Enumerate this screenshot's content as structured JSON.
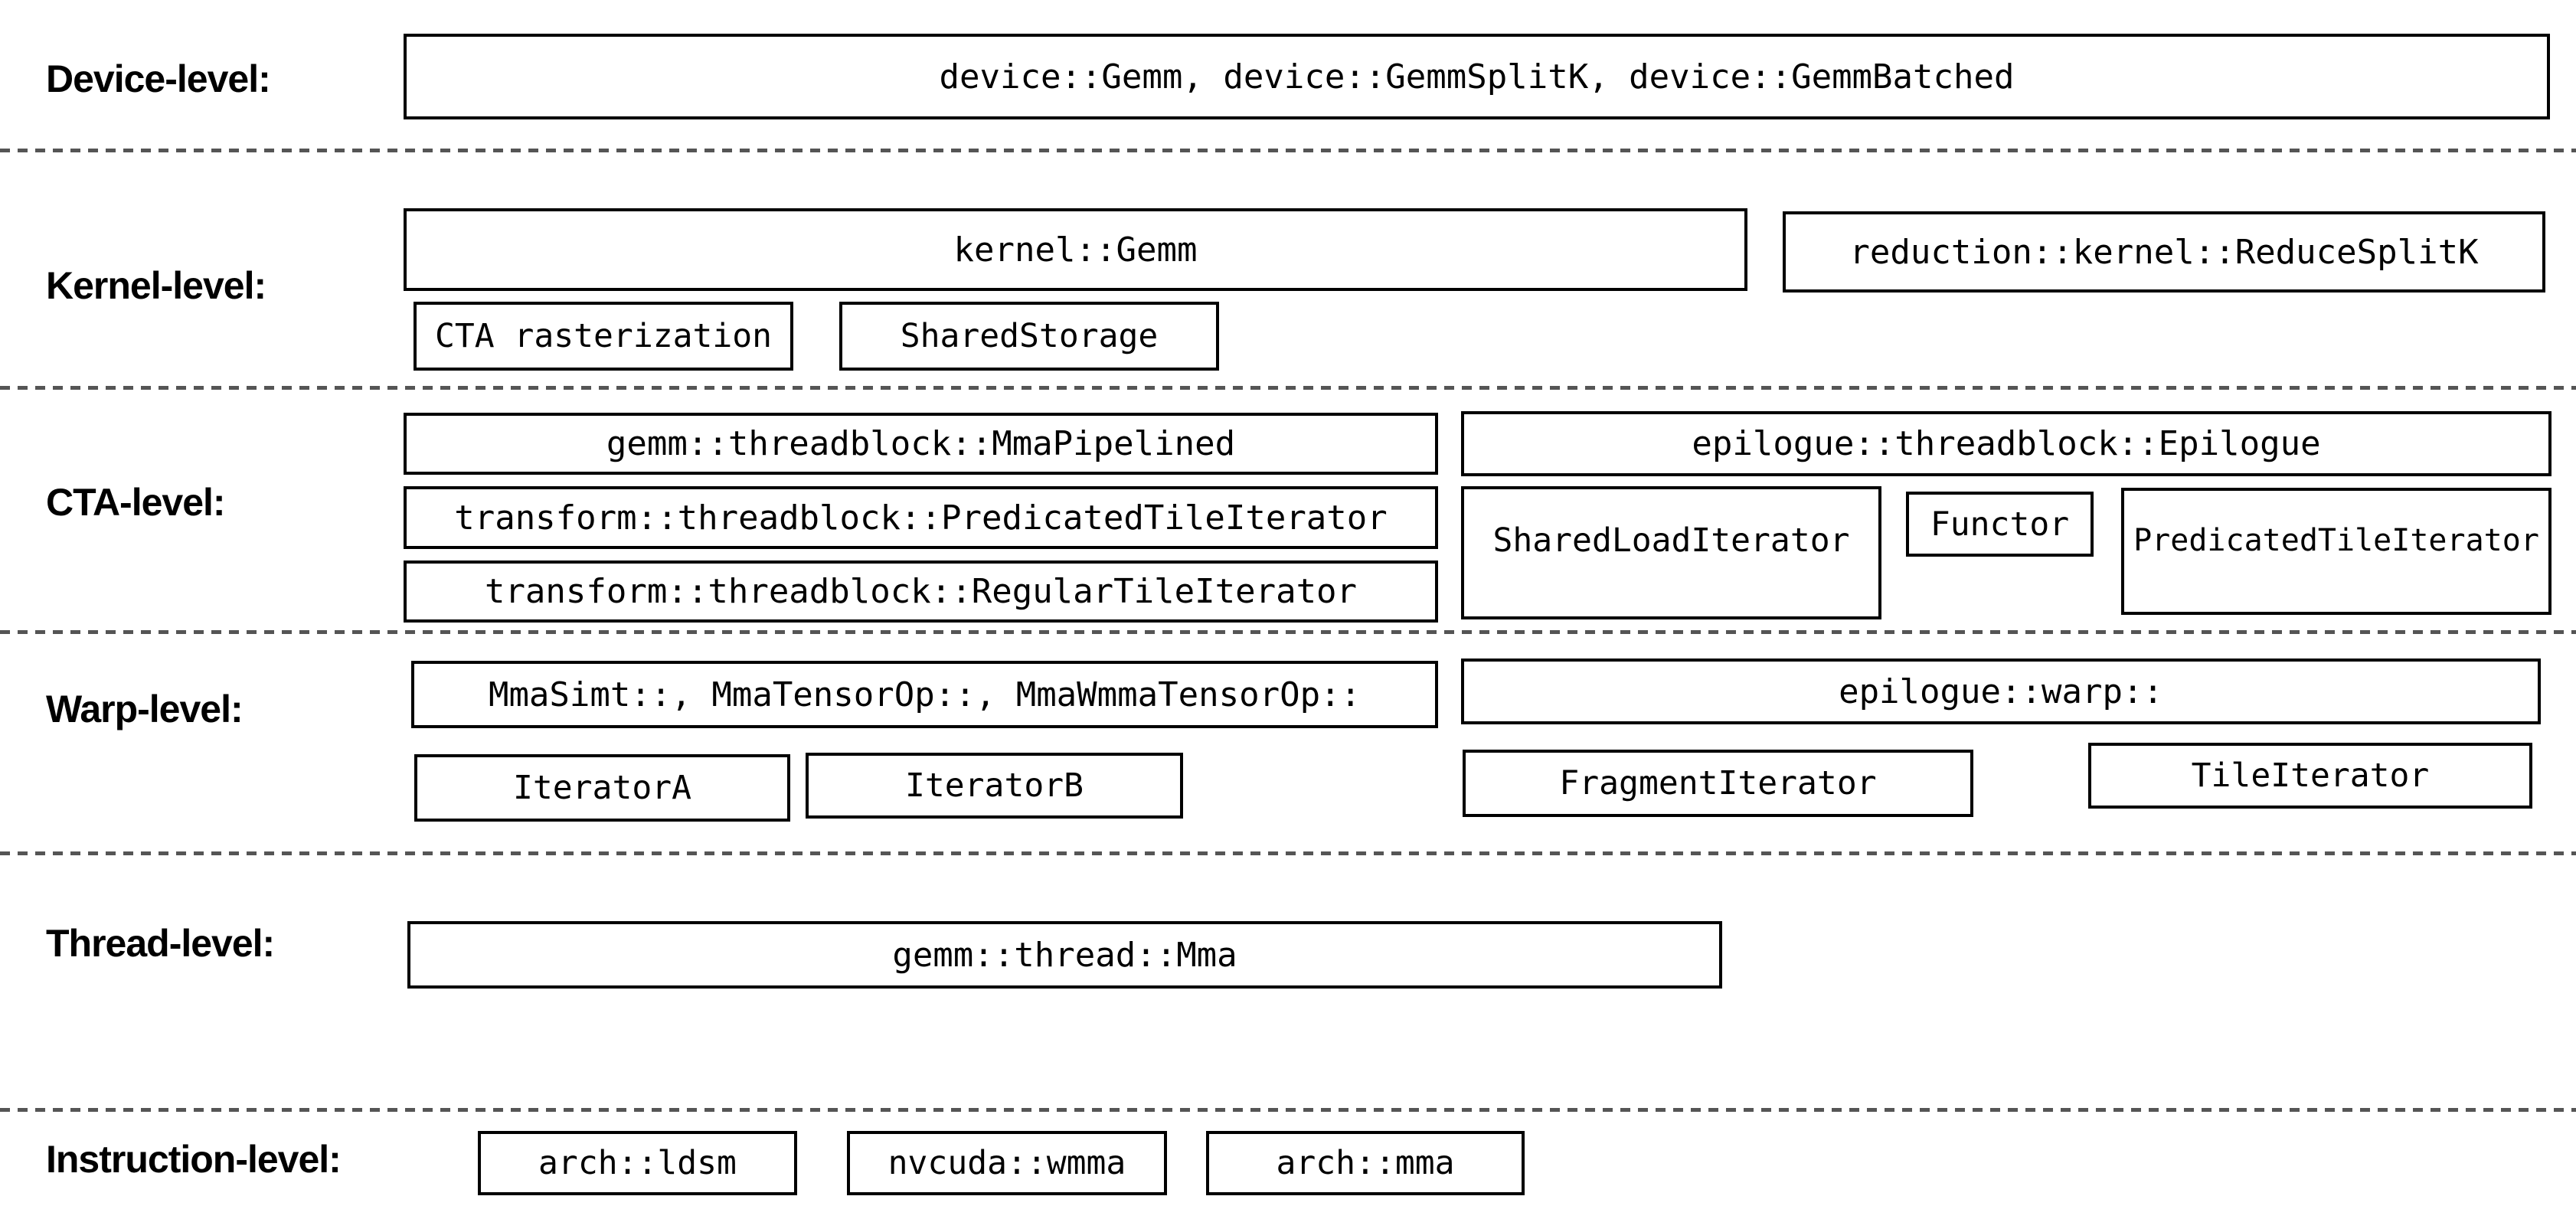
{
  "levels": [
    {
      "label": "Device-level:"
    },
    {
      "label": "Kernel-level:"
    },
    {
      "label": "CTA-level:"
    },
    {
      "label": "Warp-level:"
    },
    {
      "label": "Thread-level:"
    },
    {
      "label": "Instruction-level:"
    }
  ],
  "boxes": {
    "device_gemm": "device::Gemm, device::GemmSplitK, device::GemmBatched",
    "kernel_gemm": "kernel::Gemm",
    "reduce_split_k": "reduction::kernel::ReduceSplitK",
    "cta_rasterization": "CTA rasterization",
    "shared_storage": "SharedStorage",
    "mma_pipelined": "gemm::threadblock::MmaPipelined",
    "predicated_tile_iterator_transform": "transform::threadblock::PredicatedTileIterator",
    "regular_tile_iterator": "transform::threadblock::RegularTileIterator",
    "epilogue_threadblock": "epilogue::threadblock::Epilogue",
    "shared_load_iterator": "SharedLoadIterator",
    "functor": "Functor",
    "predicated_tile_iterator_epilogue": "PredicatedTileIterator",
    "warp_mma": "MmaSimt::, MmaTensorOp::, MmaWmmaTensorOp::",
    "epilogue_warp": "epilogue::warp::",
    "iterator_a": "IteratorA",
    "iterator_b": "IteratorB",
    "fragment_iterator": "FragmentIterator",
    "tile_iterator": "TileIterator",
    "thread_mma": "gemm::thread::Mma",
    "arch_ldsm": "arch::ldsm",
    "nvcuda_wmma": "nvcuda::wmma",
    "arch_mma": "arch::mma"
  },
  "colors": {
    "background": "#ffffff",
    "box_border": "#000000",
    "text": "#000000",
    "separator": "#555555"
  }
}
